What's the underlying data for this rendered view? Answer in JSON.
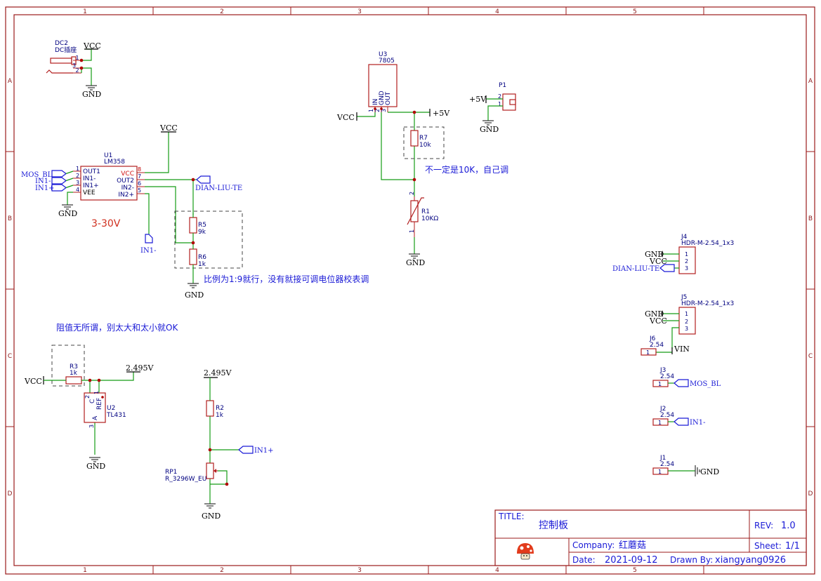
{
  "frame": {
    "columns": [
      "1",
      "2",
      "3",
      "4",
      "5"
    ],
    "rows": [
      "A",
      "B",
      "C",
      "D"
    ]
  },
  "components": {
    "dc2": {
      "ref": "DC2",
      "value": "DC插座",
      "pins": [
        "1",
        "3",
        "2"
      ]
    },
    "u1": {
      "ref": "U1",
      "value": "LM358",
      "left_pins": [
        {
          "num": "1",
          "name": "OUT1"
        },
        {
          "num": "2",
          "name": "IN1-"
        },
        {
          "num": "3",
          "name": "IN1+"
        },
        {
          "num": "4",
          "name": "VEE"
        }
      ],
      "right_pins": [
        {
          "num": "8",
          "name": "VCC"
        },
        {
          "num": "7",
          "name": "OUT2"
        },
        {
          "num": "6",
          "name": "IN2-"
        },
        {
          "num": "5",
          "name": "IN2+"
        }
      ]
    },
    "u3": {
      "ref": "U3",
      "value": "7805",
      "pin_names": [
        "IN",
        "GND",
        "OUT"
      ],
      "pin_nums": [
        "1",
        "2",
        "3"
      ]
    },
    "p1": {
      "ref": "P1",
      "pins": [
        "2",
        "1"
      ]
    },
    "r7": {
      "ref": "R7",
      "value": "10k"
    },
    "r1": {
      "ref": "R1",
      "value": "10KΩ",
      "pins": [
        "2",
        "1"
      ]
    },
    "r5": {
      "ref": "R5",
      "value": "9k"
    },
    "r6": {
      "ref": "R6",
      "value": "1k"
    },
    "r3": {
      "ref": "R3",
      "value": "1k"
    },
    "u2": {
      "ref": "U2",
      "value": "TL431",
      "pin_names": [
        "C",
        "REF",
        "A"
      ],
      "pin_nums": [
        "2",
        "1",
        "3"
      ]
    },
    "r2": {
      "ref": "R2",
      "value": "1k"
    },
    "rp1": {
      "ref": "RP1",
      "value": "R_3296W_EU"
    },
    "j4": {
      "ref": "J4",
      "value": "HDR-M-2.54_1x3",
      "pins": [
        "1",
        "2",
        "3"
      ]
    },
    "j5": {
      "ref": "J5",
      "value": "HDR-M-2.54_1x3",
      "pins": [
        "1",
        "2",
        "3"
      ]
    },
    "j6": {
      "ref": "J6",
      "value": "2.54",
      "pin": "1"
    },
    "j3": {
      "ref": "J3",
      "value": "2.54",
      "pin": "1"
    },
    "j2": {
      "ref": "J2",
      "value": "2.54",
      "pin": "1"
    },
    "j1": {
      "ref": "J1",
      "value": "2.54",
      "pin": "1"
    }
  },
  "nets": {
    "vcc": "VCC",
    "gnd": "GND",
    "plus5v": "+5V",
    "v2495": "2.495V",
    "mos_bl": "MOS_BL",
    "in1_minus": "IN1-",
    "in1_plus": "IN1+",
    "dian_liu_te": "DIAN-LIU-TE",
    "vin": "VIN"
  },
  "notes": {
    "voltage_range": "3-30V",
    "r7_note": "不一定是10K，自己调",
    "ratio_note": "比例为1:9就行，没有就接可调电位器校表调",
    "r3_note": "阻值无所谓，别太大和太小就OK"
  },
  "title_block": {
    "title_label": "TITLE:",
    "title": "控制板",
    "rev_label": "REV:",
    "rev": "1.0",
    "company_label": "Company:",
    "company": "红蘑菇",
    "sheet_label": "Sheet:",
    "sheet": "1/1",
    "date_label": "Date:",
    "date": "2021-09-12",
    "drawn_label": "Drawn By:",
    "drawn_by": "xiangyang0926",
    "logo": "mushroom-logo"
  },
  "colors": {
    "border": "#9b1b1b",
    "wire": "#169c16",
    "part": "#b21e1e",
    "net_label": "#1a1ad6",
    "note_red": "#d0301f"
  }
}
